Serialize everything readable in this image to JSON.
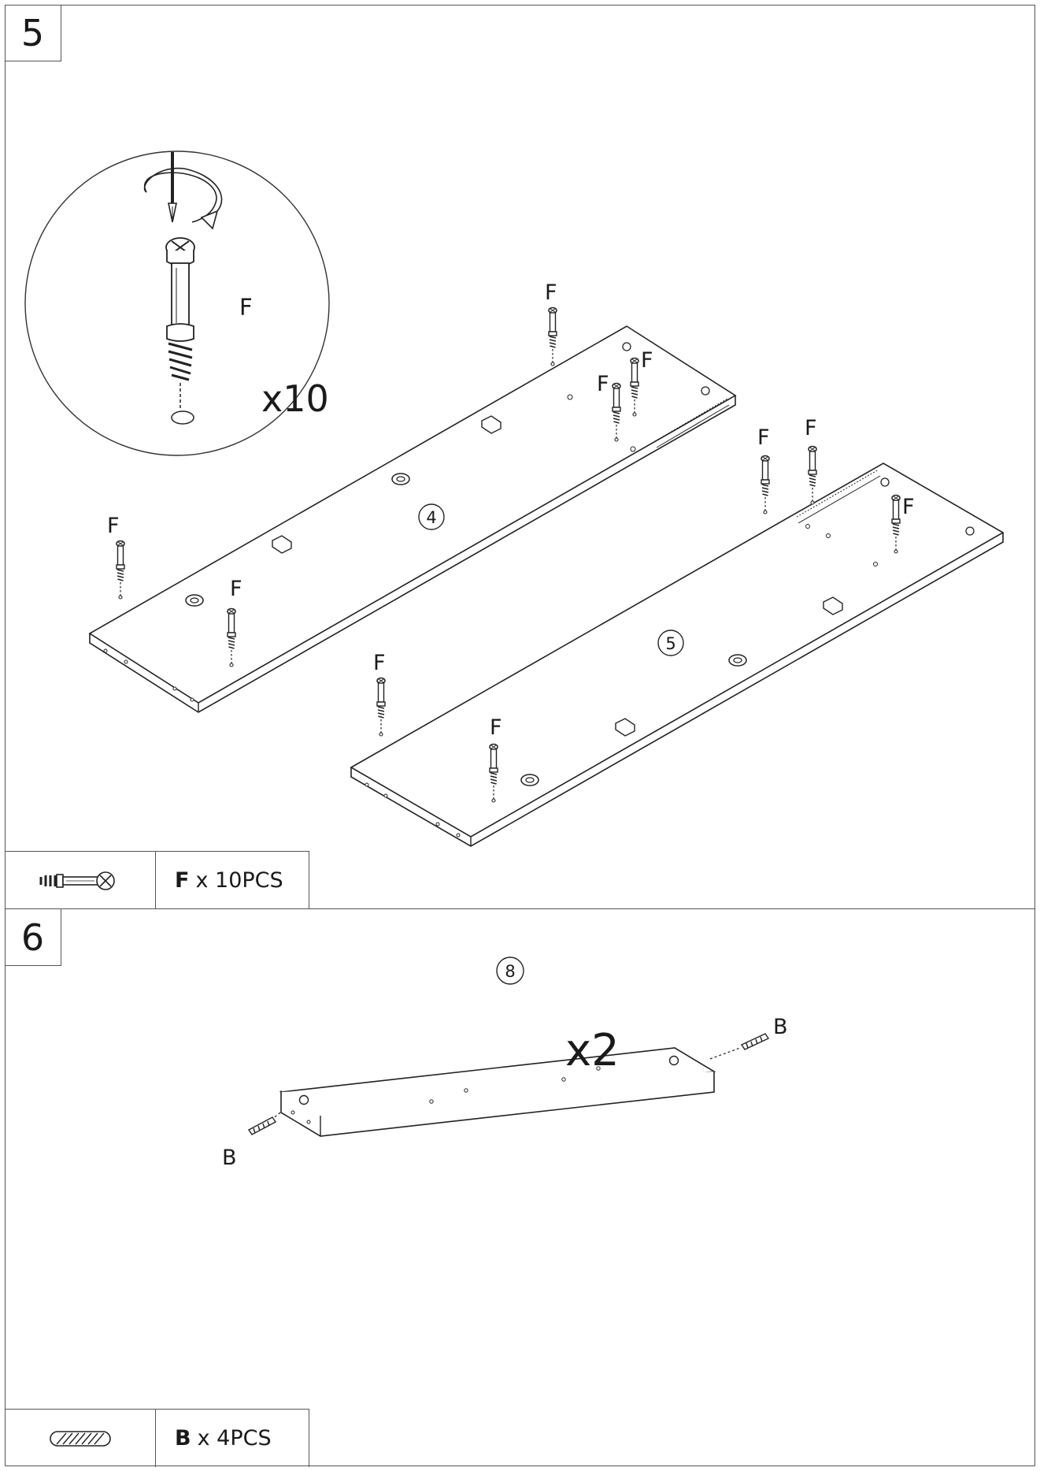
{
  "step5": {
    "number": "5",
    "callout_label": "F",
    "callout_count": "x10",
    "part4_label": "4",
    "part5_label": "5",
    "fastener_label": "F",
    "parts": {
      "letter": "F",
      "qty": "x 10PCS",
      "icon": "cam-bolt-icon"
    }
  },
  "step6": {
    "number": "6",
    "part8_label": "8",
    "count": "x2",
    "dowel_label": "B",
    "parts": {
      "letter": "B",
      "qty": "x 4PCS",
      "icon": "wooden-dowel-icon"
    }
  }
}
